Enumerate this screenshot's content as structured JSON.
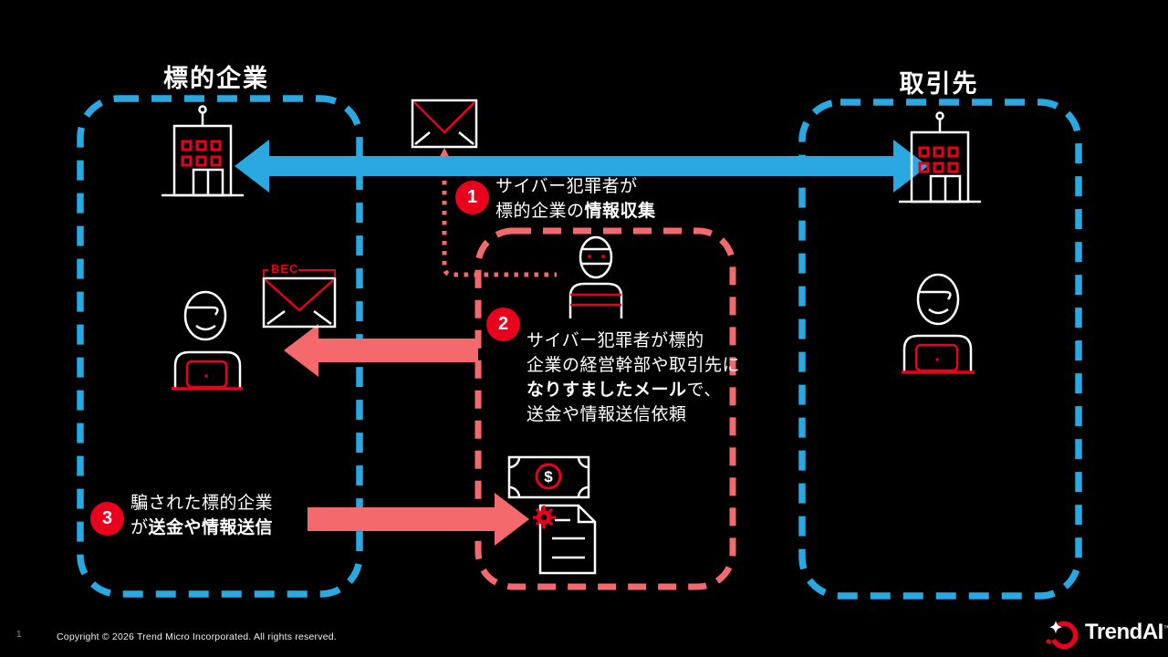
{
  "titles": {
    "target_company": "標的企業",
    "partner": "取引先"
  },
  "steps": [
    {
      "num": "1",
      "line1": "サイバー犯罪者が",
      "line2_normal": "標的企業の",
      "line2_bold": "情報収集"
    },
    {
      "num": "2",
      "line1": "サイバー犯罪者が標的",
      "line2": "企業の経営幹部や取引先に",
      "line3_bold": "なりすましたメール",
      "line3_normal": "で、",
      "line4": "送金や情報送信依頼"
    },
    {
      "num": "3",
      "line1": "騙された標的企業",
      "line2_normal": "が",
      "line2_bold": "送金や情報送信"
    }
  ],
  "bec_label": "BEC",
  "icons": {
    "dollar_glyph": "$"
  },
  "footer": {
    "page_number": "1",
    "copyright": "Copyright © 2026 Trend Micro Incorporated. All rights reserved.",
    "logo_text": "TrendAI",
    "trademark": "™"
  },
  "colors": {
    "background": "#000000",
    "blue": "#29a8e2",
    "coral": "#f4696b",
    "red": "#e8001c",
    "white": "#ffffff"
  }
}
